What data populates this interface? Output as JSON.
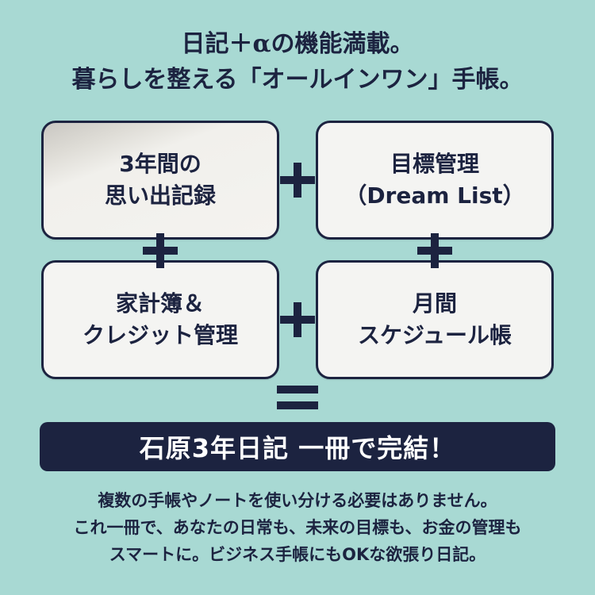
{
  "headline": {
    "line1": "日記＋αの機能満載。",
    "line2": "暮らしを整える「オールインワン」手帳。"
  },
  "cards": {
    "top_left": {
      "line1": "3年間の",
      "line2": "思い出記録"
    },
    "top_right": {
      "line1": "目標管理",
      "line2": "（Dream List）"
    },
    "bottom_left": {
      "line1": "家計簿＆",
      "line2": "クレジット管理"
    },
    "bottom_right": {
      "line1": "月間",
      "line2": "スケジュール帳"
    }
  },
  "banner": {
    "text": "石原3年日記 一冊で完結！"
  },
  "description": {
    "line1": "複数の手帳やノートを使い分ける必要はありません。",
    "line2": "これ一冊で、あなたの日常も、未来の目標も、お金の管理も",
    "line3": "スマートに。ビジネス手帳にもOKな欲張り日記。"
  },
  "icons": {
    "plus": "plus-icon",
    "equals": "equals-icon"
  },
  "colors": {
    "background": "#a8d9d3",
    "navy": "#1c2340",
    "card": "#f4f4f2",
    "banner_text": "#ffffff"
  }
}
